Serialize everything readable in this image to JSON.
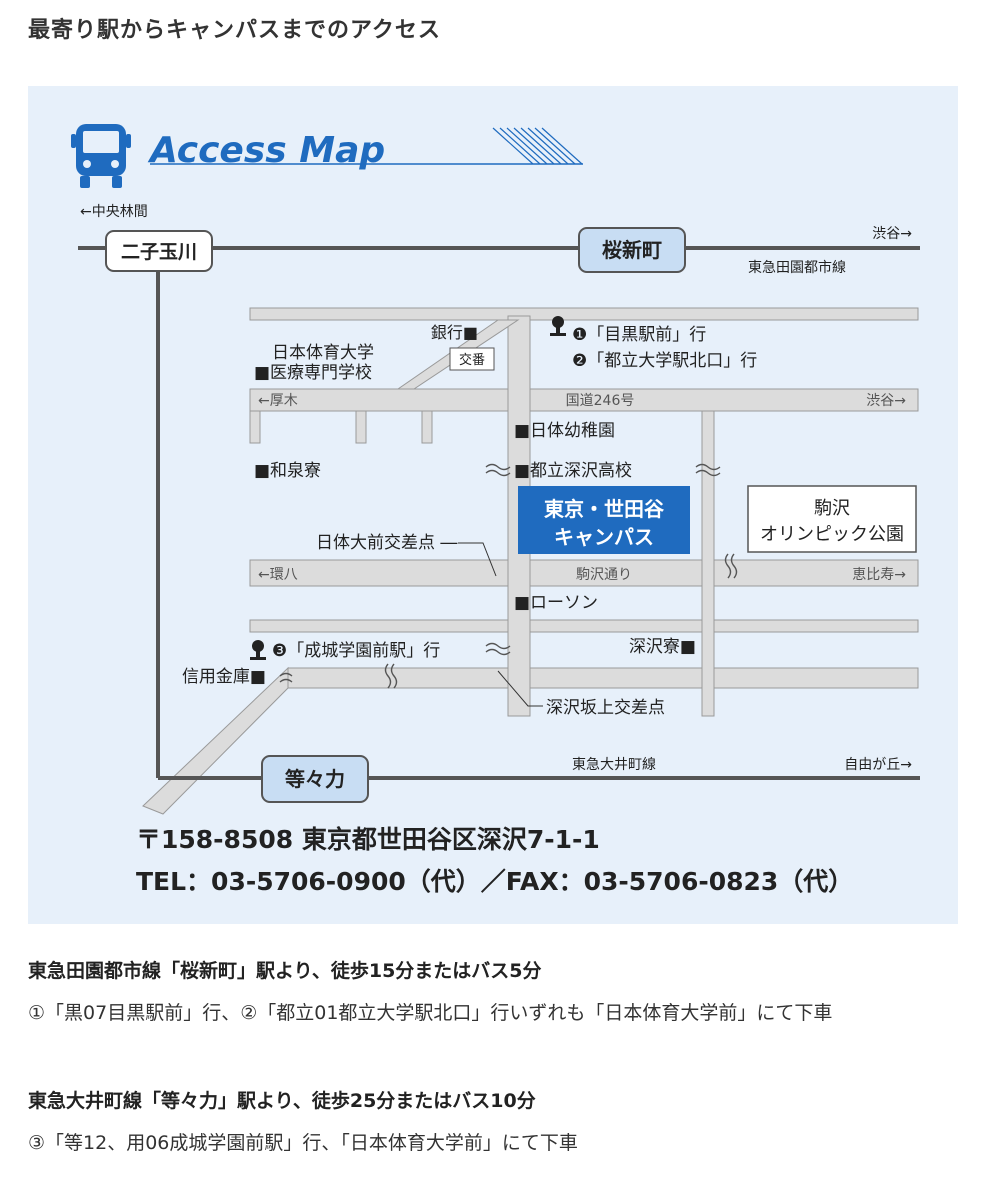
{
  "page_heading": "最寄り駅からキャンパスまでのアクセス",
  "map": {
    "title": "Access Map",
    "dir_chuo_rinkan": "←中央林間",
    "dir_shibuya_top": "渋谷→",
    "station_futako": "二子玉川",
    "station_sakurashinmachi": "桜新町",
    "line_denentoshi": "東急田園都市線",
    "bank": "銀行■",
    "koban": "交番",
    "bus_stop_1": "❶「目黒駅前」行",
    "bus_stop_2": "❷「都立大学駅北口」行",
    "nittai_line1": "日本体育大学",
    "nittai_line2": "■医療専門学校",
    "dir_atsugi": "←厚木",
    "route246": "国道246号",
    "dir_shibuya_mid": "渋谷→",
    "kindergarten": "■日体幼稚園",
    "wasendorm": "■和泉寮",
    "highschool": "■都立深沢高校",
    "campus_line1": "東京・世田谷",
    "campus_line2": "キャンパス",
    "park_line1": "駒沢",
    "park_line2": "オリンピック公園",
    "nichidai_mae": "日体大前交差点 ―",
    "dir_kanpachi": "←環八",
    "komazawa_dori": "駒沢通り",
    "dir_ebisu": "恵比寿→",
    "lawson": "■ローソン",
    "bus_stop_3": "❸「成城学園前駅」行",
    "fukasawa_dorm": "深沢寮■",
    "shinkin": "信用金庫■",
    "fukasawa_sakaue": "深沢坂上交差点",
    "line_oimachi": "東急大井町線",
    "dir_jiyugaoka": "自由が丘→",
    "station_todoroki": "等々力",
    "address": "〒158-8508 東京都世田谷区深沢7-1-1",
    "tel_fax": "TEL：03-5706-0900（代）／FAX：03-5706-0823（代）",
    "colors": {
      "primary_blue": "#1f6bbf",
      "station_blue": "#c8ddf3",
      "road_gray": "#dcdcdc",
      "rail": "#555555"
    }
  },
  "routes": [
    {
      "title": "東急田園都市線「桜新町」駅より、徒歩15分またはバス5分",
      "desc": "①「黒07目黒駅前」行、②「都立01都立大学駅北口」行いずれも「日本体育大学前」にて下車"
    },
    {
      "title": "東急大井町線「等々力」駅より、徒歩25分またはバス10分",
      "desc": "③「等12、用06成城学園前駅」行、「日本体育大学前」にて下車"
    }
  ]
}
